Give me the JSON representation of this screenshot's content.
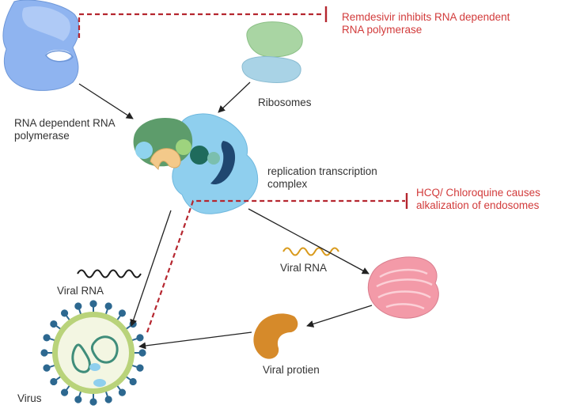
{
  "colors": {
    "inhibit": "#b5262f",
    "arrow": "#222222",
    "polymerase": "#8fb4f0",
    "ribosome_top": "#a9d5a3",
    "ribosome_bottom": "#a9d3e6",
    "complex_blue": "#8fcfee",
    "complex_green": "#5d9c6b",
    "complex_navy": "#1f4770",
    "virus_envelope": "#b9d37a",
    "virus_spike": "#2d6890",
    "viral_rna_black": "#1a1a1a",
    "viral_rna_orange": "#d99a1c",
    "er": "#f39aa8",
    "protein": "#d68a2a"
  },
  "labels": {
    "remdesivir": "Remdesivir inhibits RNA dependent\nRNA polymerase",
    "rna_polymerase": "RNA dependent RNA\npolymerase",
    "ribosomes": "Ribosomes",
    "replication_complex": "replication transcription\ncomplex",
    "hcq": "HCQ/ Chloroquine causes\nalkalization of endosomes",
    "viral_rna_left": "Viral RNA",
    "viral_rna_right": "Viral RNA",
    "viral_protein": "Viral protien",
    "virus": "Virus"
  },
  "icons": {
    "polymerase": "polymerase-icon",
    "ribosome": "ribosome-icon",
    "replication_complex": "replication-complex-icon",
    "viral_rna": "rna-strand-icon",
    "endoplasmic_reticulum": "endoplasmic-reticulum-icon",
    "viral_protein": "protein-icon",
    "virus": "virus-icon"
  }
}
